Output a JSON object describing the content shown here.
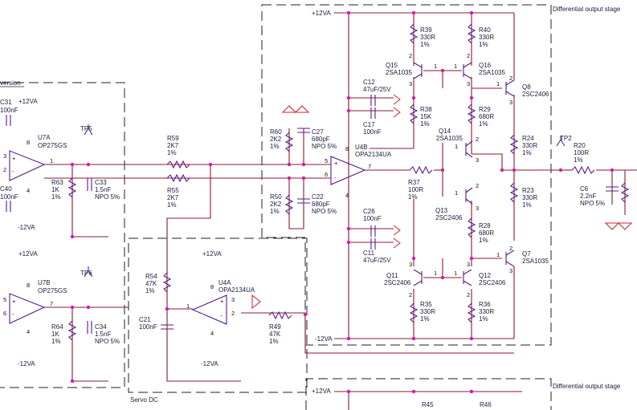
{
  "blocks": {
    "top_output_stage": "Differential output stage",
    "bottom_output_stage": "Differential output stage",
    "servo_dc": "Servo DC",
    "left_partial": "version"
  },
  "rails": {
    "pos_top": "+12VA",
    "neg_top": "-12VA",
    "pos_bottom": "+12VA"
  },
  "colors": {
    "wire": "#8b1a2e",
    "part": "#5a1a8a",
    "power": "#d0202c",
    "node": "#d61aa6"
  },
  "labels": [
    {
      "id": "c31-name",
      "text": "C31"
    },
    {
      "id": "c31-val",
      "text": "100nF"
    },
    {
      "id": "u7a-pwr",
      "text": "+12VA"
    },
    {
      "id": "u7a-name",
      "text": "U7A"
    },
    {
      "id": "u7a-val",
      "text": "OP275GS"
    },
    {
      "id": "tp5",
      "text": "TP5"
    },
    {
      "id": "r63-name",
      "text": "R63"
    },
    {
      "id": "r63-v1",
      "text": "1K"
    },
    {
      "id": "r63-v2",
      "text": "1%"
    },
    {
      "id": "c33-name",
      "text": "C33"
    },
    {
      "id": "c33-v1",
      "text": "1.5nF"
    },
    {
      "id": "c33-v2",
      "text": "NPO 5%"
    },
    {
      "id": "c40-name",
      "text": "C40"
    },
    {
      "id": "c40-val",
      "text": "100nF"
    },
    {
      "id": "u7a-neg",
      "text": "-12VA"
    },
    {
      "id": "r59-name",
      "text": "R59"
    },
    {
      "id": "r59-v1",
      "text": "2K7"
    },
    {
      "id": "r59-v2",
      "text": "1%"
    },
    {
      "id": "r55-name",
      "text": "R55"
    },
    {
      "id": "r55-v1",
      "text": "2K7"
    },
    {
      "id": "r55-v2",
      "text": "1%"
    },
    {
      "id": "r60-name",
      "text": "R60"
    },
    {
      "id": "r60-v1",
      "text": "2K2"
    },
    {
      "id": "r60-v2",
      "text": "1%"
    },
    {
      "id": "c27-name",
      "text": "C27"
    },
    {
      "id": "c27-v1",
      "text": "680pF"
    },
    {
      "id": "c27-v2",
      "text": "NPO 5%"
    },
    {
      "id": "r50-name",
      "text": "R50"
    },
    {
      "id": "r50-v1",
      "text": "2K2"
    },
    {
      "id": "r50-v2",
      "text": "1%"
    },
    {
      "id": "c22-name",
      "text": "C22"
    },
    {
      "id": "c22-v1",
      "text": "680pF"
    },
    {
      "id": "c22-v2",
      "text": "NPO 5%"
    },
    {
      "id": "u4b-name",
      "text": "U4B"
    },
    {
      "id": "u4b-val",
      "text": "OPA2134UA"
    },
    {
      "id": "c12-name",
      "text": "C12"
    },
    {
      "id": "c12-val",
      "text": "47uF/25V"
    },
    {
      "id": "c17-name",
      "text": "C17"
    },
    {
      "id": "c17-val",
      "text": "100nF"
    },
    {
      "id": "c26-name",
      "text": "C26"
    },
    {
      "id": "c26-val",
      "text": "100nF"
    },
    {
      "id": "c11-name",
      "text": "C11"
    },
    {
      "id": "c11-val",
      "text": "47uF/25V"
    },
    {
      "id": "r39-name",
      "text": "R39"
    },
    {
      "id": "r39-v1",
      "text": "330R"
    },
    {
      "id": "r39-v2",
      "text": "1%"
    },
    {
      "id": "r40-name",
      "text": "R40"
    },
    {
      "id": "r40-v1",
      "text": "330R"
    },
    {
      "id": "r40-v2",
      "text": "1%"
    },
    {
      "id": "q15-name",
      "text": "Q15"
    },
    {
      "id": "q15-val",
      "text": "2SA1035"
    },
    {
      "id": "q16-name",
      "text": "Q16"
    },
    {
      "id": "q16-val",
      "text": "2SA1035"
    },
    {
      "id": "q8-name",
      "text": "Q8"
    },
    {
      "id": "q8-val",
      "text": "2SC2406"
    },
    {
      "id": "r38-name",
      "text": "R38"
    },
    {
      "id": "r38-v1",
      "text": "15K"
    },
    {
      "id": "r38-v2",
      "text": "1%"
    },
    {
      "id": "r29-name",
      "text": "R29"
    },
    {
      "id": "r29-v1",
      "text": "680R"
    },
    {
      "id": "r29-v2",
      "text": "1%"
    },
    {
      "id": "q14-name",
      "text": "Q14"
    },
    {
      "id": "q14-val",
      "text": "2SA1035"
    },
    {
      "id": "r24-name",
      "text": "R24"
    },
    {
      "id": "r24-v1",
      "text": "330R"
    },
    {
      "id": "r24-v2",
      "text": "1%"
    },
    {
      "id": "tp2",
      "text": "TP2"
    },
    {
      "id": "r20-name",
      "text": "R20"
    },
    {
      "id": "r20-v1",
      "text": "100R"
    },
    {
      "id": "r20-v2",
      "text": "1%"
    },
    {
      "id": "r37-name",
      "text": "R37"
    },
    {
      "id": "r37-v1",
      "text": "100R"
    },
    {
      "id": "r37-v2",
      "text": "1%"
    },
    {
      "id": "r23-name",
      "text": "R23"
    },
    {
      "id": "r23-v1",
      "text": "330R"
    },
    {
      "id": "r23-v2",
      "text": "1%"
    },
    {
      "id": "c6-name",
      "text": "C6"
    },
    {
      "id": "c6-v1",
      "text": "2.2nF"
    },
    {
      "id": "c6-v2",
      "text": "NPO 5%"
    },
    {
      "id": "q13-name",
      "text": "Q13"
    },
    {
      "id": "q13-val",
      "text": "2SC2406"
    },
    {
      "id": "r28-name",
      "text": "R28"
    },
    {
      "id": "r28-v1",
      "text": "680R"
    },
    {
      "id": "r28-v2",
      "text": "1%"
    },
    {
      "id": "q7-name",
      "text": "Q7"
    },
    {
      "id": "q7-val",
      "text": "2SA1035"
    },
    {
      "id": "q11-name",
      "text": "Q11"
    },
    {
      "id": "q11-val",
      "text": "2SC2406"
    },
    {
      "id": "q12-name",
      "text": "Q12"
    },
    {
      "id": "q12-val",
      "text": "2SC2406"
    },
    {
      "id": "r35-name",
      "text": "R35"
    },
    {
      "id": "r35-v1",
      "text": "330R"
    },
    {
      "id": "r35-v2",
      "text": "1%"
    },
    {
      "id": "r36-name",
      "text": "R36"
    },
    {
      "id": "r36-v1",
      "text": "330R"
    },
    {
      "id": "r36-v2",
      "text": "1%"
    },
    {
      "id": "u7b-pwr",
      "text": "+12VA"
    },
    {
      "id": "u7b-name",
      "text": "U7B"
    },
    {
      "id": "u7b-val",
      "text": "OP275GS"
    },
    {
      "id": "tp6",
      "text": "TP6"
    },
    {
      "id": "r64-name",
      "text": "R64"
    },
    {
      "id": "r64-v1",
      "text": "1K"
    },
    {
      "id": "r64-v2",
      "text": "1%"
    },
    {
      "id": "c34-name",
      "text": "C34"
    },
    {
      "id": "c34-v1",
      "text": "1.5nF"
    },
    {
      "id": "c34-v2",
      "text": "NPO 5%"
    },
    {
      "id": "u7b-neg",
      "text": "-12VA"
    },
    {
      "id": "r54-name",
      "text": "R54"
    },
    {
      "id": "r54-v1",
      "text": "47K"
    },
    {
      "id": "r54-v2",
      "text": "1%"
    },
    {
      "id": "u4a-pwr",
      "text": "+12VA"
    },
    {
      "id": "u4a-name",
      "text": "U4A"
    },
    {
      "id": "u4a-val",
      "text": "OPA2134UA"
    },
    {
      "id": "c21-name",
      "text": "C21"
    },
    {
      "id": "c21-val",
      "text": "100nF"
    },
    {
      "id": "r49-name",
      "text": "R49"
    },
    {
      "id": "r49-v1",
      "text": "47K"
    },
    {
      "id": "r49-v2",
      "text": "1%"
    },
    {
      "id": "u4a-neg",
      "text": "-12VA"
    },
    {
      "id": "r45-name",
      "text": "R45"
    },
    {
      "id": "r46-name",
      "text": "R46"
    }
  ],
  "pins": [
    {
      "id": "u7a-p3",
      "text": "3"
    },
    {
      "id": "u7a-p2",
      "text": "2"
    },
    {
      "id": "u7a-p1",
      "text": "1"
    },
    {
      "id": "u7a-p8",
      "text": "8"
    },
    {
      "id": "u7a-p4",
      "text": "4"
    },
    {
      "id": "u7b-p5",
      "text": "5"
    },
    {
      "id": "u7b-p6",
      "text": "6"
    },
    {
      "id": "u7b-p7",
      "text": "7"
    },
    {
      "id": "u7b-p8",
      "text": "8"
    },
    {
      "id": "u7b-p4",
      "text": "4"
    },
    {
      "id": "u4b-p5",
      "text": "5"
    },
    {
      "id": "u4b-p6",
      "text": "6"
    },
    {
      "id": "u4b-p7",
      "text": "7"
    },
    {
      "id": "u4b-p8",
      "text": "8"
    },
    {
      "id": "u4b-p4",
      "text": "4"
    },
    {
      "id": "u4a-p3",
      "text": "3"
    },
    {
      "id": "u4a-p2",
      "text": "2"
    },
    {
      "id": "u4a-p1",
      "text": "1"
    },
    {
      "id": "u4a-p8",
      "text": "8"
    },
    {
      "id": "u4a-p4",
      "text": "4"
    },
    {
      "id": "u4b-plus",
      "text": "+"
    },
    {
      "id": "u4b-minus",
      "text": "-"
    },
    {
      "id": "u7a-plus",
      "text": "+"
    },
    {
      "id": "u7a-minus",
      "text": "-"
    },
    {
      "id": "u7b-plus",
      "text": "+"
    },
    {
      "id": "u7b-minus",
      "text": "-"
    },
    {
      "id": "u4a-plus",
      "text": "+"
    },
    {
      "id": "u4a-minus",
      "text": "-"
    },
    {
      "id": "q15-b",
      "text": "1"
    },
    {
      "id": "q16-b",
      "text": "1"
    },
    {
      "id": "q8-b",
      "text": "1"
    },
    {
      "id": "q14-b",
      "text": "1"
    },
    {
      "id": "q13-b",
      "text": "1"
    },
    {
      "id": "q7-b",
      "text": "1"
    },
    {
      "id": "q11-b",
      "text": "1"
    },
    {
      "id": "q12-b",
      "text": "1"
    },
    {
      "id": "r39-p2",
      "text": "2"
    },
    {
      "id": "r40-p2",
      "text": "2"
    },
    {
      "id": "q15-p3",
      "text": "3"
    },
    {
      "id": "q16-p3",
      "text": "3"
    },
    {
      "id": "q11-p3",
      "text": "3"
    },
    {
      "id": "q12-p3",
      "text": "3"
    },
    {
      "id": "q11-p2",
      "text": "2"
    },
    {
      "id": "q12-p2",
      "text": "2"
    },
    {
      "id": "q14-p2",
      "text": "2"
    },
    {
      "id": "q13-p2",
      "text": "2"
    },
    {
      "id": "q14-p3",
      "text": "3"
    },
    {
      "id": "q13-p3",
      "text": "3"
    },
    {
      "id": "q8-p2",
      "text": "2"
    },
    {
      "id": "q8-p3",
      "text": "3"
    },
    {
      "id": "q7-p2",
      "text": "2"
    },
    {
      "id": "q7-p3",
      "text": "3"
    }
  ]
}
